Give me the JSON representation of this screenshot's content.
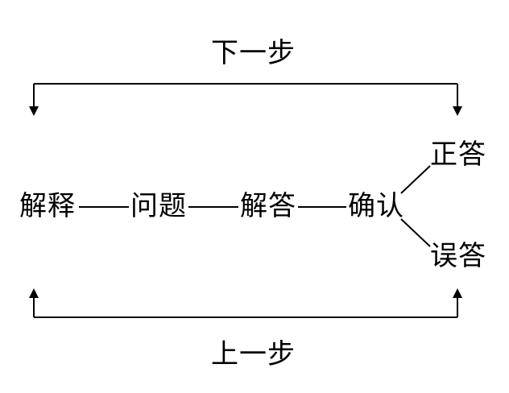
{
  "labels": {
    "next_step": "下一步",
    "prev_step": "上一步",
    "explain": "解释",
    "question": "问题",
    "answer": "解答",
    "confirm": "确认",
    "correct": "正答",
    "wrong": "误答"
  },
  "edges": [
    {
      "from": "解释",
      "to": "问题"
    },
    {
      "from": "问题",
      "to": "解答"
    },
    {
      "from": "解答",
      "to": "确认"
    },
    {
      "from": "确认",
      "to": "正答"
    },
    {
      "from": "确认",
      "to": "误答"
    }
  ]
}
